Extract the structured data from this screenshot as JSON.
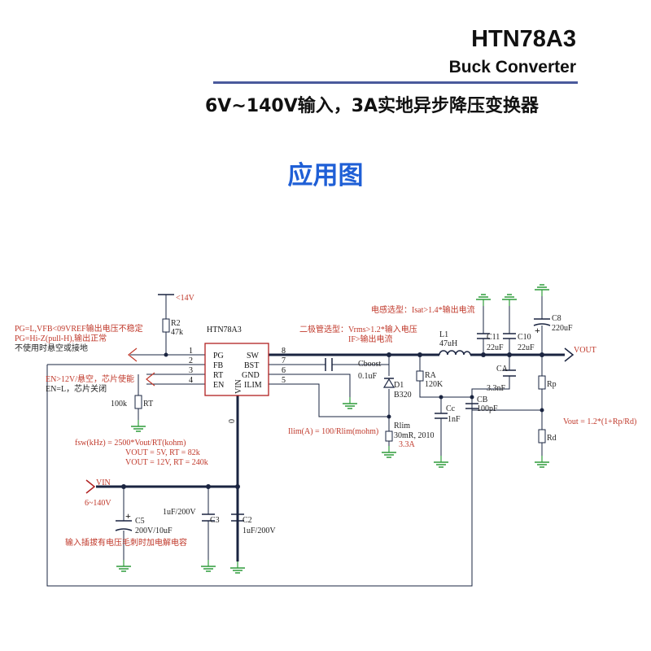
{
  "header": {
    "part_number": "HTN78A3",
    "subtitle": "Buck Converter",
    "spec_line": "6V~140V输入，3A实地异步降压变换器"
  },
  "section_title": "应用图",
  "schematic": {
    "ic": {
      "name": "HTN78A3",
      "left_pins": [
        {
          "num": "1",
          "label": "PG"
        },
        {
          "num": "2",
          "label": "FB"
        },
        {
          "num": "3",
          "label": "RT"
        },
        {
          "num": "4",
          "label": "EN"
        }
      ],
      "right_pins": [
        {
          "num": "8",
          "label": "SW"
        },
        {
          "num": "7",
          "label": "BST"
        },
        {
          "num": "6",
          "label": "GND"
        },
        {
          "num": "5",
          "label": "ILIM"
        }
      ],
      "vin_label": "VIN",
      "vin_pin": "0"
    },
    "rail_14v": "<14V",
    "r2": {
      "name": "R2",
      "value": "47k"
    },
    "rt": {
      "name": "RT",
      "value": "100k"
    },
    "pg_notes": [
      "PG=L,VFB<09VREF输出电压不稳定",
      "PG=Hi-Z(pull-H),输出正常",
      "不使用时悬空或接地"
    ],
    "en_notes": [
      "EN>12V/悬空，芯片使能",
      "EN=L，芯片关闭"
    ],
    "fsw_notes": [
      "fsw(kHz) = 2500*Vout/RT(kohm)",
      "VOUT = 5V, RT = 82k",
      "VOUT = 12V, RT = 240k"
    ],
    "cboost": {
      "name": "Cboost",
      "value": "0.1uF"
    },
    "diode_note": [
      "二极管选型：Vrms>1.2*输入电压",
      "IF>输出电流"
    ],
    "d1": {
      "name": "D1",
      "value": "B320"
    },
    "rlim": {
      "name": "Rlim",
      "value": [
        "30mR, 2010",
        "3.3A"
      ]
    },
    "ilim_formula": "Ilim(A) = 100/Rlim(mohm)",
    "inductor_note": "电感选型：Isat>1.4*输出电流",
    "l1": {
      "name": "L1",
      "value": "47uH"
    },
    "c11": {
      "name": "C11",
      "value": "22uF"
    },
    "c10": {
      "name": "C10",
      "value": "22uF"
    },
    "c8": {
      "name": "C8",
      "value": "220uF"
    },
    "vout_label": "VOUT",
    "ra": {
      "name": "RA",
      "value": "120K"
    },
    "ca": {
      "name": "CA",
      "value": "3.3nF"
    },
    "cc": {
      "name": "Cc",
      "value": "1nF"
    },
    "cb": {
      "name": "CB",
      "value": "100pF"
    },
    "rp": {
      "name": "Rp"
    },
    "rd": {
      "name": "Rd"
    },
    "vout_formula": "Vout = 1.2*(1+Rp/Rd)",
    "vin_port": {
      "name": "VIN",
      "range": "6~140V"
    },
    "c5": {
      "name": "C5",
      "value": "200V/10uF"
    },
    "c5_note": "输入插拔有电压毛刺时加电解电容",
    "c3": {
      "name": "C3",
      "value": "1uF/200V"
    },
    "c2": {
      "name": "C2",
      "value": "1uF/200V"
    }
  }
}
